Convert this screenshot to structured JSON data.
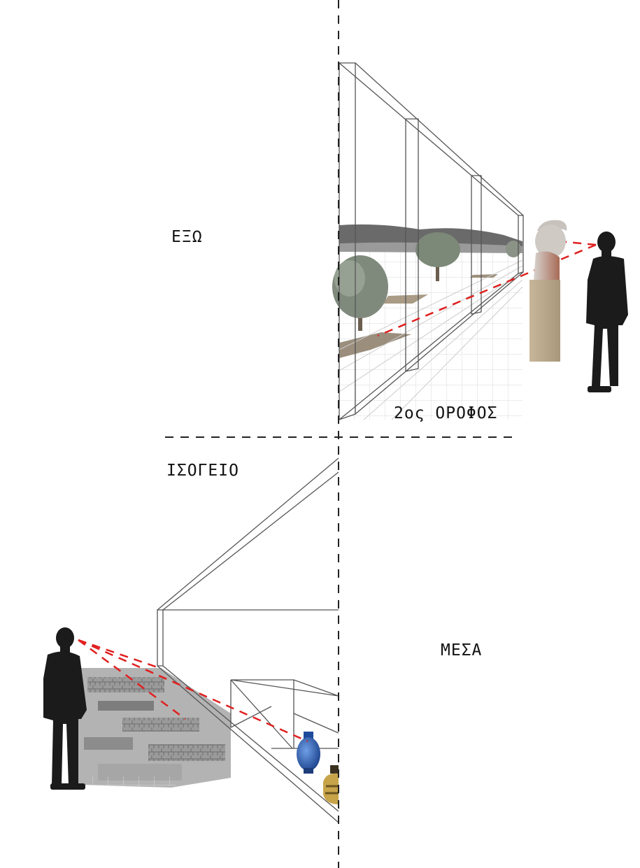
{
  "labels": {
    "outside": "ΕΞΩ",
    "second_floor": "2ος ΟΡΟΦΟΣ",
    "ground_floor": "ΙΣΟΓΕΙΟ",
    "inside": "ΜΕΣΑ"
  },
  "colors": {
    "line": "#555555",
    "axis": "#222222",
    "sightline": "#e02020",
    "figure": "#1b1b1b"
  },
  "icons": [
    "person-silhouette",
    "helmeted-bust-statue",
    "stone-pedestal",
    "olive-tree",
    "excavation-ruins",
    "blue-amphora-vase",
    "gold-patterned-vase"
  ]
}
